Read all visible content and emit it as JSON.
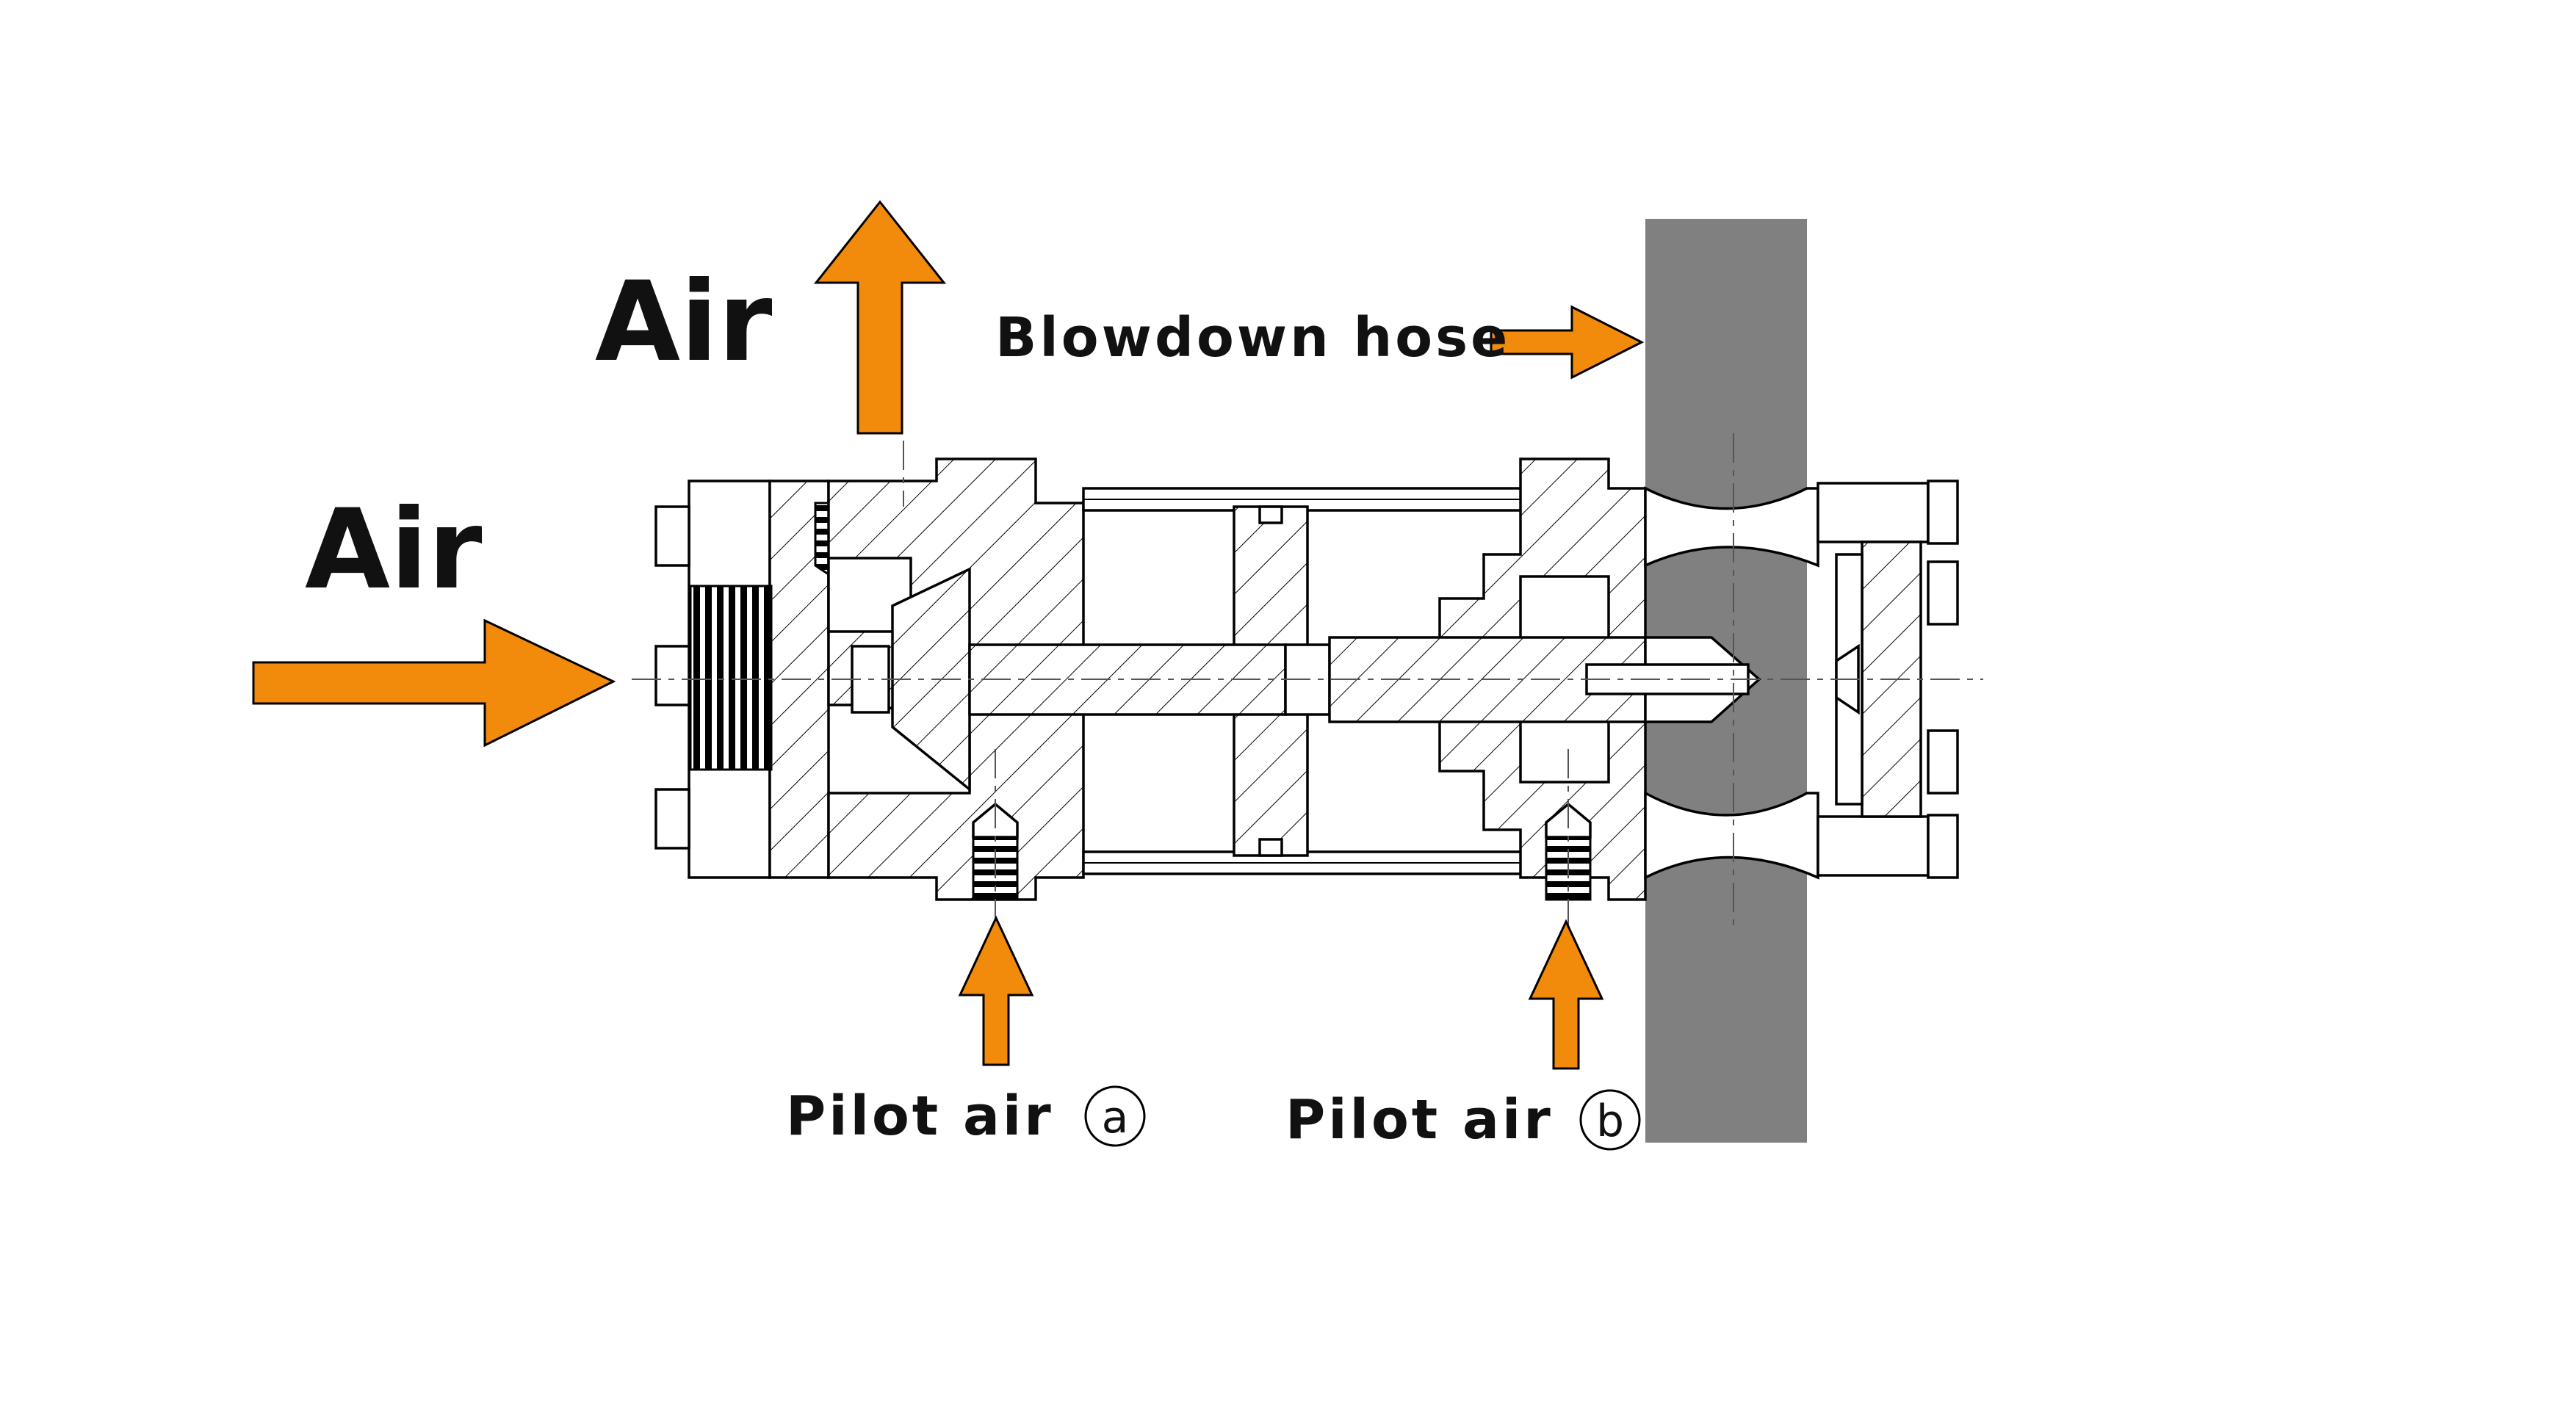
{
  "labels": {
    "air_top": "Air",
    "air_left": "Air",
    "blowdown": "Blowdown hose",
    "pilot_a": "Pilot air",
    "pilot_a_mark": "a",
    "pilot_b": "Pilot air",
    "pilot_b_mark": "b"
  },
  "colors": {
    "arrow": "#f28a0c",
    "hose": "#808080",
    "line": "#000000"
  },
  "icons": {
    "flow_arrow": "arrow-icon",
    "circled_letter": "circle-mark-icon"
  }
}
